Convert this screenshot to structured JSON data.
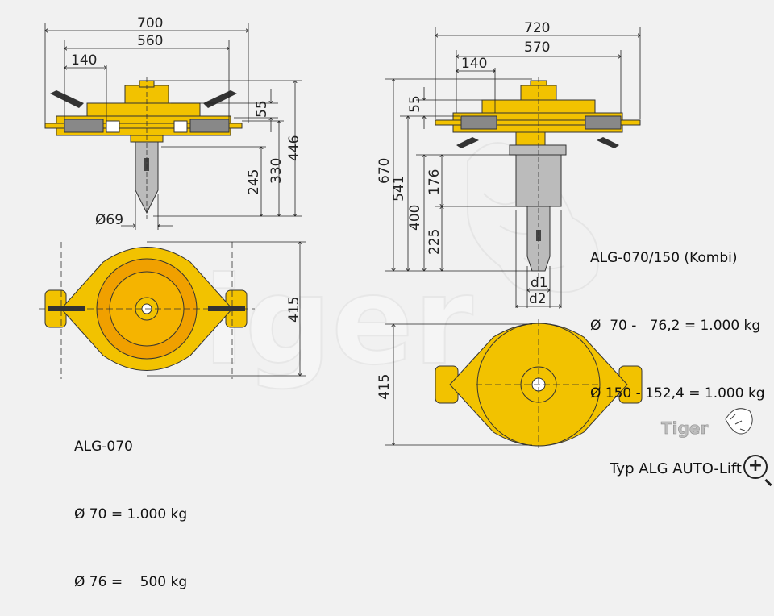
{
  "left_top": {
    "w700": "700",
    "w560": "560",
    "w140": "140",
    "h55": "55",
    "h446": "446",
    "h330": "330",
    "h245": "245",
    "dia": "Ø69"
  },
  "left_bottom": {
    "h415": "415"
  },
  "right_top": {
    "w720": "720",
    "w570": "570",
    "w140": "140",
    "h55": "55",
    "h670": "670",
    "h541": "541",
    "h400": "400",
    "h176": "176",
    "h225": "225",
    "d1": "d1",
    "d2": "d2"
  },
  "right_bottom": {
    "h415": "415"
  },
  "spec_left": {
    "title": "ALG-070",
    "line1": "Ø 70 = 1.000 kg",
    "line2": "Ø 76 =    500 kg"
  },
  "spec_right": {
    "title": "ALG-070/150 (Kombi)",
    "line1": "Ø  70 -   76,2 = 1.000 kg",
    "line2": "Ø 150 - 152,4 = 1.000 kg"
  },
  "watermark": "Tiger",
  "brand": "Tiger",
  "footer": "Typ ALG AUTO-Lift",
  "colors": {
    "yellow": "#f2c200",
    "orange": "#f0a000",
    "gray": "#9a9a9a",
    "line": "#222222"
  }
}
